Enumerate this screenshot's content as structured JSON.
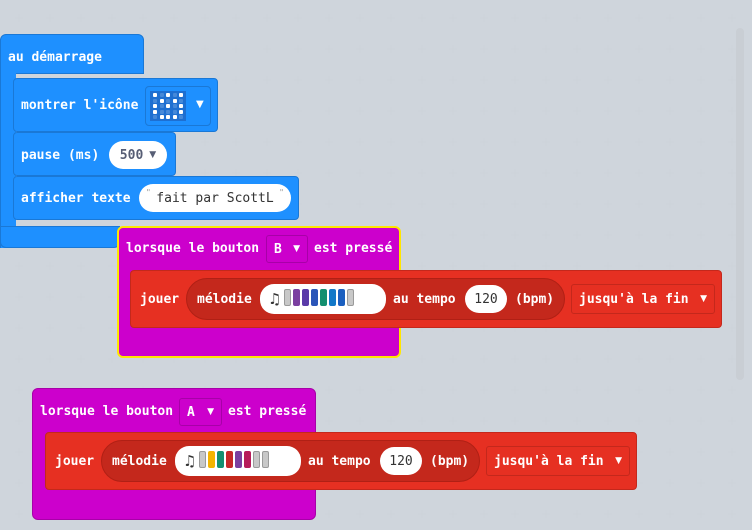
{
  "colors": {
    "basic": "#1e90ff",
    "input": "#cc00cc",
    "music": "#e63022",
    "workspace": "#eef1f5"
  },
  "start_block": {
    "header": "au démarrage",
    "show_icon": {
      "label": "montrer l'icône",
      "icon": "smiley-grid-icon"
    },
    "pause": {
      "label": "pause (ms)",
      "value": "500"
    },
    "show_text": {
      "label": "afficher texte",
      "value": "fait par ScottL"
    }
  },
  "button_b_block": {
    "label_start": "lorsque le bouton",
    "button": "B",
    "label_end": "est pressé",
    "play": {
      "label": "jouer",
      "melody_label": "mélodie",
      "tempo_label": "au tempo",
      "tempo": "120",
      "unit": "(bpm)",
      "mode": "jusqu'à la fin"
    },
    "melody_colors": [
      "#c8c8c8",
      "#7b3fa0",
      "#5a3aa8",
      "#2a55b8",
      "#138f6f",
      "#1278c8",
      "#1b5fbf",
      "#c8c8c8"
    ]
  },
  "button_a_block": {
    "label_start": "lorsque le bouton",
    "button": "A",
    "label_end": "est pressé",
    "play": {
      "label": "jouer",
      "melody_label": "mélodie",
      "tempo_label": "au tempo",
      "tempo": "120",
      "unit": "(bpm)",
      "mode": "jusqu'à la fin"
    },
    "melody_colors": [
      "#c8c8c8",
      "#f4b400",
      "#138f6f",
      "#c62828",
      "#7b3fa0",
      "#b71c5a",
      "#c8c8c8",
      "#c8c8c8"
    ]
  }
}
